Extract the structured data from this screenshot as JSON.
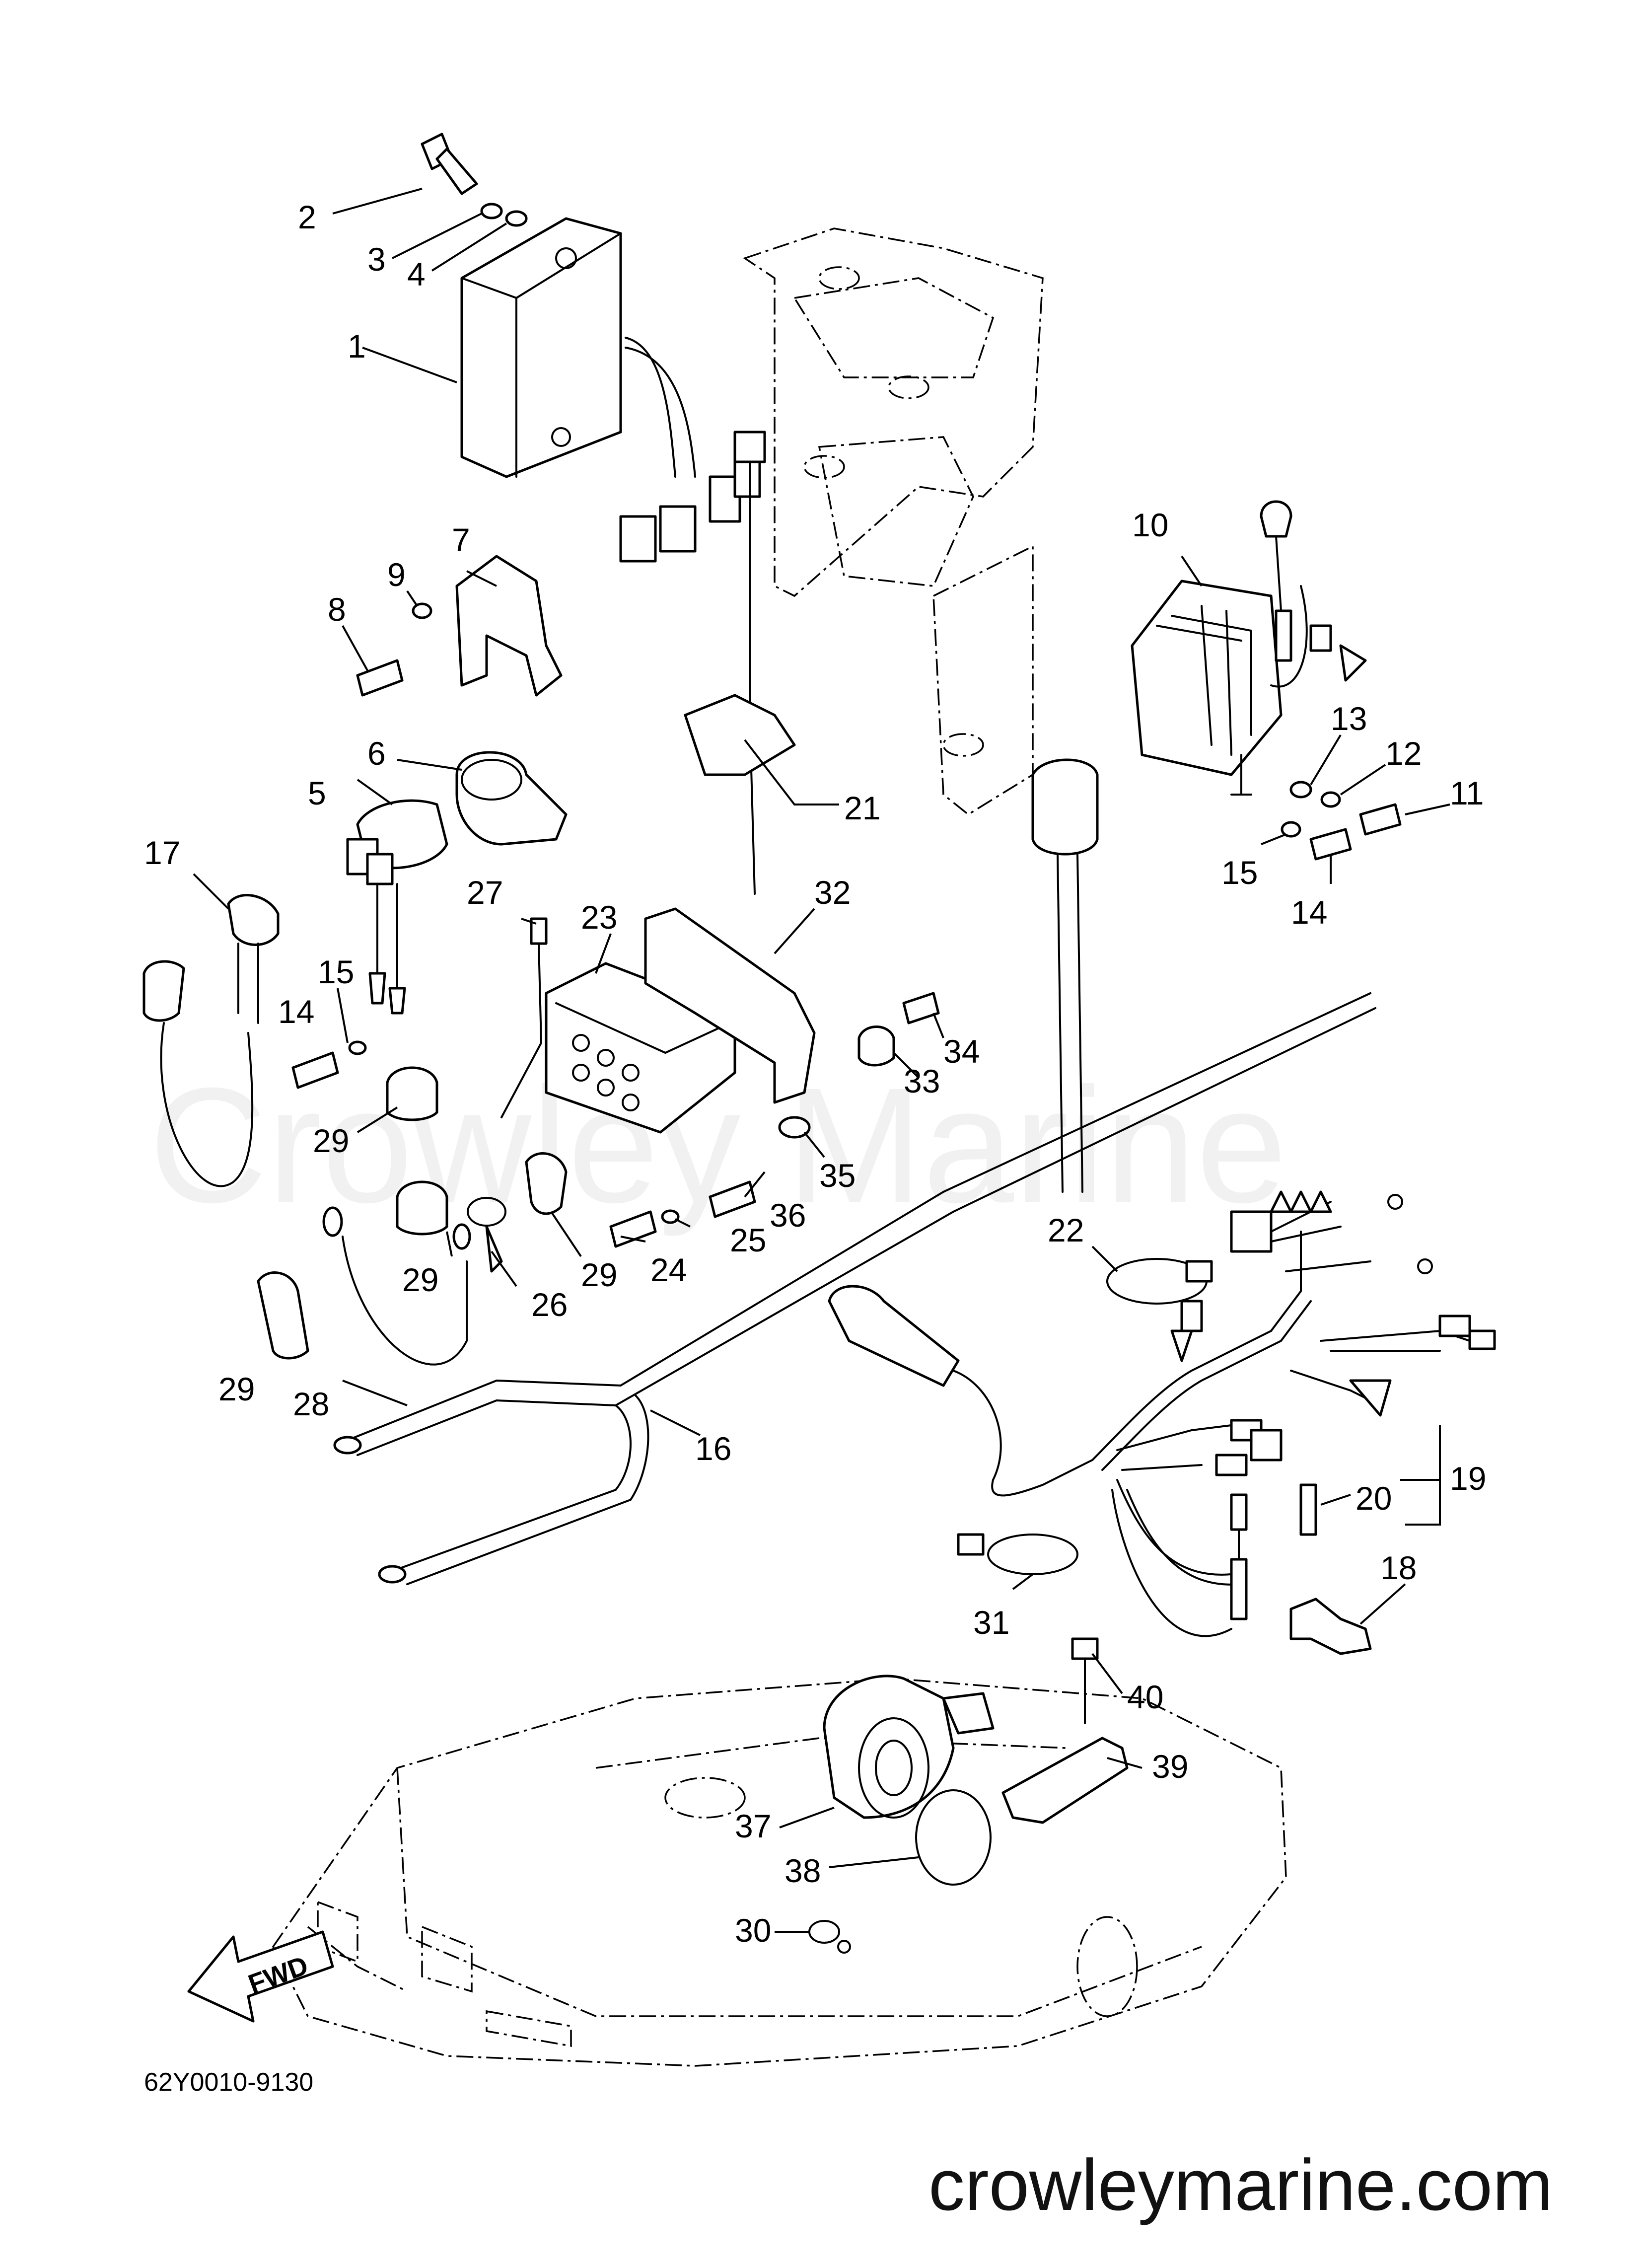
{
  "diagram": {
    "diagram_code": "62Y0010-9130",
    "watermark": "Crowley Marine",
    "website": "crowleymarine.com",
    "direction_label": "FWD",
    "callouts": [
      {
        "id": "c1",
        "label": "1"
      },
      {
        "id": "c2",
        "label": "2"
      },
      {
        "id": "c3",
        "label": "3"
      },
      {
        "id": "c4",
        "label": "4"
      },
      {
        "id": "c5",
        "label": "5"
      },
      {
        "id": "c6",
        "label": "6"
      },
      {
        "id": "c7",
        "label": "7"
      },
      {
        "id": "c8",
        "label": "8"
      },
      {
        "id": "c9",
        "label": "9"
      },
      {
        "id": "c10",
        "label": "10"
      },
      {
        "id": "c11",
        "label": "11"
      },
      {
        "id": "c12",
        "label": "12"
      },
      {
        "id": "c13",
        "label": "13"
      },
      {
        "id": "c14a",
        "label": "14"
      },
      {
        "id": "c15a",
        "label": "15"
      },
      {
        "id": "c14b",
        "label": "14"
      },
      {
        "id": "c15b",
        "label": "15"
      },
      {
        "id": "c16",
        "label": "16"
      },
      {
        "id": "c17",
        "label": "17"
      },
      {
        "id": "c18",
        "label": "18"
      },
      {
        "id": "c19",
        "label": "19"
      },
      {
        "id": "c20",
        "label": "20"
      },
      {
        "id": "c21",
        "label": "21"
      },
      {
        "id": "c22",
        "label": "22"
      },
      {
        "id": "c23",
        "label": "23"
      },
      {
        "id": "c24",
        "label": "24"
      },
      {
        "id": "c25",
        "label": "25"
      },
      {
        "id": "c26",
        "label": "26"
      },
      {
        "id": "c27",
        "label": "27"
      },
      {
        "id": "c28",
        "label": "28"
      },
      {
        "id": "c29a",
        "label": "29"
      },
      {
        "id": "c29b",
        "label": "29"
      },
      {
        "id": "c29c",
        "label": "29"
      },
      {
        "id": "c29d",
        "label": "29"
      },
      {
        "id": "c30",
        "label": "30"
      },
      {
        "id": "c31",
        "label": "31"
      },
      {
        "id": "c32",
        "label": "32"
      },
      {
        "id": "c33",
        "label": "33"
      },
      {
        "id": "c34",
        "label": "34"
      },
      {
        "id": "c35",
        "label": "35"
      },
      {
        "id": "c36",
        "label": "36"
      },
      {
        "id": "c37",
        "label": "37"
      },
      {
        "id": "c38",
        "label": "38"
      },
      {
        "id": "c39",
        "label": "39"
      },
      {
        "id": "c40",
        "label": "40"
      }
    ]
  }
}
